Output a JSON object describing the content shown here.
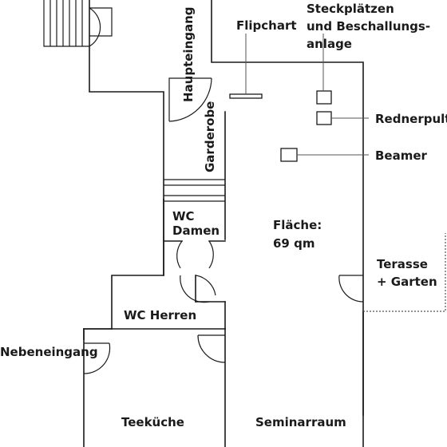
{
  "labels": {
    "haupteingang": "Haupteingang",
    "garderobe": "Garderobe",
    "flipchart": "Flipchart",
    "steckplaetzen_1": "Steckplätzen",
    "steckplaetzen_2": "und Beschallungs-",
    "steckplaetzen_3": "anlage",
    "rednerpult": "Rednerpult",
    "beamer": "Beamer",
    "wc_damen_1": "WC",
    "wc_damen_2": "Damen",
    "flaeche_1": "Fläche:",
    "flaeche_2": "69 qm",
    "terasse_1": "Terasse",
    "terasse_2": "+ Garten",
    "wc_herren": "WC Herren",
    "nebeneingang": "Nebeneingang",
    "teekueche": "Teeküche",
    "seminarraum": "Seminarraum"
  },
  "colors": {
    "line": "#1a1a1a",
    "leader": "#555555",
    "background": "#ffffff"
  }
}
